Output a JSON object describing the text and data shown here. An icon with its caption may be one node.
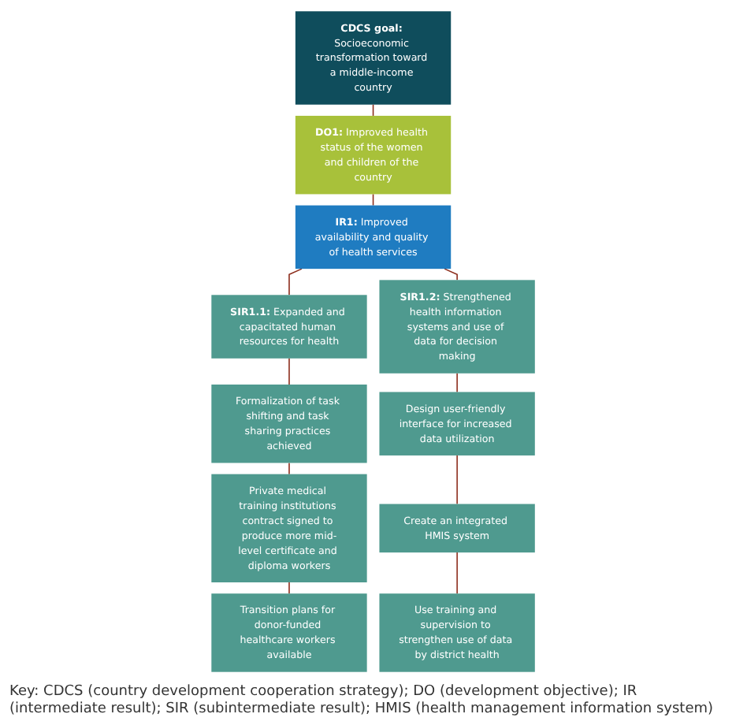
{
  "diagram": {
    "nodes": [
      {
        "text": [
          "**CDCS goal:** Socioeconomic transformation toward a middle-income country"
        ]
      },
      {
        "text": [
          "**DO1:** Improved health status of the women and children of the country"
        ]
      },
      {
        "text": [
          "**IR1:** Improved availability and quality of health services"
        ]
      },
      {
        "text": [
          "**SIR1.1:** Expanded and capacitated human resources for health"
        ]
      },
      {
        "text": [
          "**SIR1.2:** Strengthened health information systems and use of data for decision making"
        ]
      },
      {
        "text": [
          "Formalization of task shifting and task sharing practices achieved"
        ]
      },
      {
        "text": [
          "Private medical training institutions contract signed to produce more mid-level certificate and diploma workers"
        ]
      },
      {
        "text": [
          "Transition plans for donor-funded healthcare workers available"
        ]
      },
      {
        "text": [
          "Design user-friendly interface for increased data utilization"
        ]
      },
      {
        "text": [
          "Create an integrated HMIS system"
        ]
      },
      {
        "text": [
          "Use training and supervision to strengthen use of data by district health"
        ]
      }
    ],
    "edges": [
      {
        "from": 0,
        "to": 1,
        "arrow": "none"
      },
      {
        "from": 1,
        "to": 2,
        "arrow": "none"
      },
      {
        "from": 2,
        "to": 3,
        "arrow": "none"
      },
      {
        "from": 2,
        "to": 4,
        "arrow": "none"
      },
      {
        "from": 3,
        "to": 5,
        "arrow": "none"
      },
      {
        "from": 5,
        "to": 6,
        "arrow": "none"
      },
      {
        "from": 6,
        "to": 7,
        "arrow": "none"
      },
      {
        "from": 4,
        "to": 8,
        "arrow": "none"
      },
      {
        "from": 8,
        "to": 9,
        "arrow": "none"
      },
      {
        "from": 9,
        "to": 10,
        "arrow": "none"
      }
    ],
    "labels": [
      "Key: CDCS (country development cooperation strategy); DO (development objective); IR (intermediate result); SIR (subintermediate result); HMIS (health management information system)"
    ]
  }
}
